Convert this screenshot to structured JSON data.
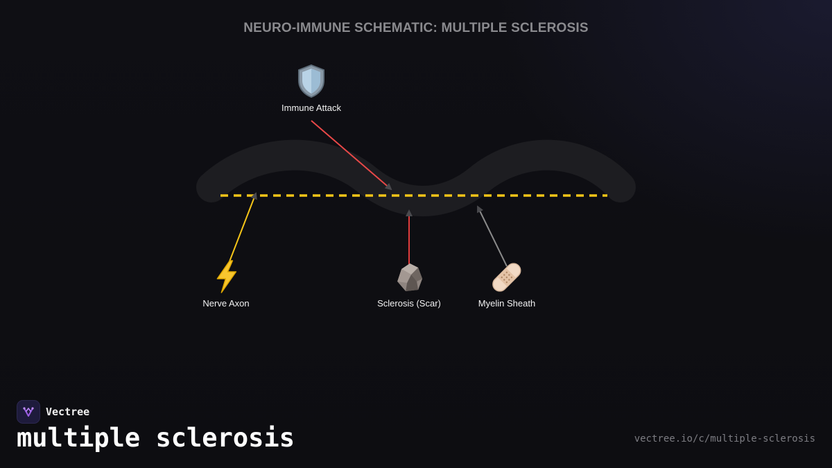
{
  "title": "NEURO-IMMUNE SCHEMATIC: MULTIPLE SCLEROSIS",
  "nodes": {
    "immune": {
      "label": "Immune Attack",
      "icon": "shield-icon"
    },
    "axon": {
      "label": "Nerve Axon",
      "icon": "lightning-icon"
    },
    "scar": {
      "label": "Sclerosis (Scar)",
      "icon": "rock-icon"
    },
    "myelin": {
      "label": "Myelin Sheath",
      "icon": "bandage-icon"
    }
  },
  "colors": {
    "axon_line": "#f5c518",
    "attack_arrow": "#e84848",
    "scar_arrow": "#e03c3c",
    "myelin_arrow": "#8a8a8a",
    "brand_accent": "#9b5de5"
  },
  "footer": {
    "brand": "Vectree",
    "topic": "multiple sclerosis",
    "url": "vectree.io/c/multiple-sclerosis"
  }
}
